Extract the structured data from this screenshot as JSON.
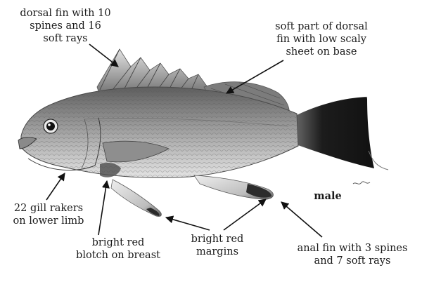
{
  "labels": {
    "dorsal_fin": [
      "dorsal fin with 10",
      "spines and 16",
      "soft rays"
    ],
    "soft_dorsal": [
      "soft part of dorsal",
      "fin with low scaly",
      "sheet on base"
    ],
    "gill_rakers": [
      "22 gill rakers",
      "on lower limb"
    ],
    "breast_blotch": [
      "bright red",
      "blotch on breast"
    ],
    "red_margins": [
      "bright red",
      "margins"
    ],
    "anal_fin": [
      "anal fin with 3 spines",
      "and 7 soft rays"
    ],
    "sex": "male"
  },
  "colors": {
    "body": "#9a9a9a",
    "tail_dark": "#1e1e1e",
    "arrow": "#111111"
  }
}
